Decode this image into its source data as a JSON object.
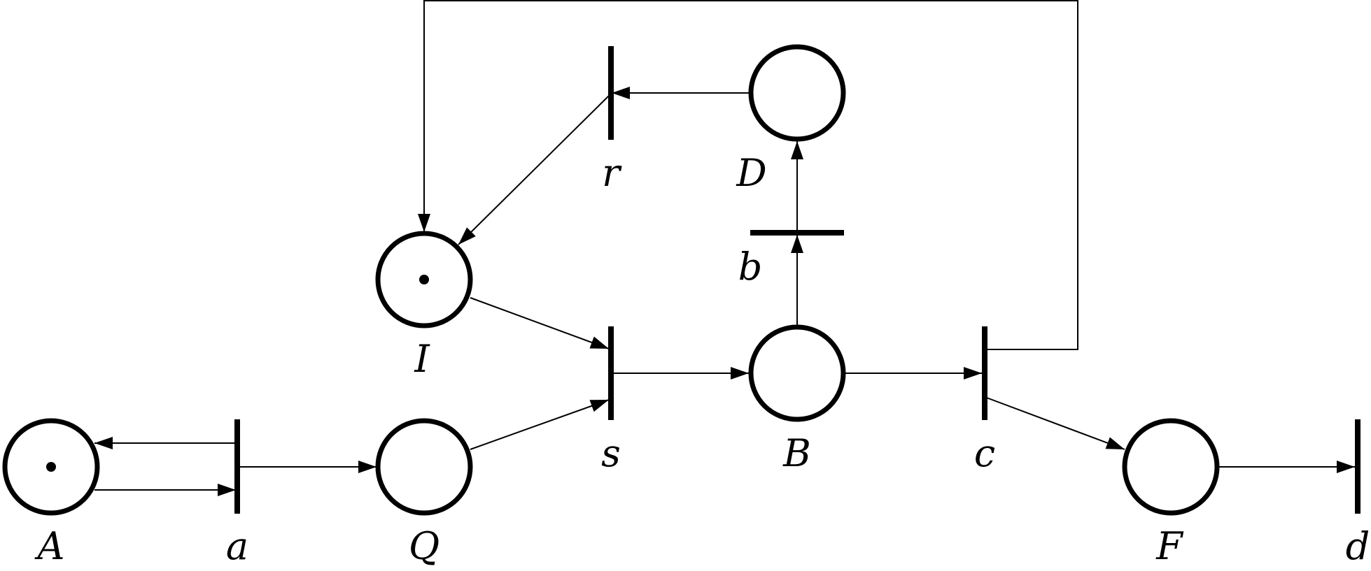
{
  "places": [
    {
      "id": "A",
      "label": "A",
      "tokens": 1
    },
    {
      "id": "Q",
      "label": "Q",
      "tokens": 0
    },
    {
      "id": "I",
      "label": "I",
      "tokens": 1
    },
    {
      "id": "B",
      "label": "B",
      "tokens": 0
    },
    {
      "id": "D",
      "label": "D",
      "tokens": 0
    },
    {
      "id": "F",
      "label": "F",
      "tokens": 0
    }
  ],
  "transitions": [
    {
      "id": "a",
      "label": "a"
    },
    {
      "id": "s",
      "label": "s"
    },
    {
      "id": "b",
      "label": "b"
    },
    {
      "id": "r",
      "label": "r"
    },
    {
      "id": "c",
      "label": "c"
    },
    {
      "id": "d",
      "label": "d"
    }
  ],
  "arcs": [
    {
      "from": "A",
      "to": "a"
    },
    {
      "from": "a",
      "to": "A"
    },
    {
      "from": "a",
      "to": "Q"
    },
    {
      "from": "Q",
      "to": "s"
    },
    {
      "from": "I",
      "to": "s"
    },
    {
      "from": "s",
      "to": "B"
    },
    {
      "from": "B",
      "to": "b"
    },
    {
      "from": "b",
      "to": "D"
    },
    {
      "from": "D",
      "to": "r"
    },
    {
      "from": "r",
      "to": "I"
    },
    {
      "from": "B",
      "to": "c"
    },
    {
      "from": "c",
      "to": "I"
    },
    {
      "from": "c",
      "to": "F"
    },
    {
      "from": "F",
      "to": "d"
    }
  ]
}
